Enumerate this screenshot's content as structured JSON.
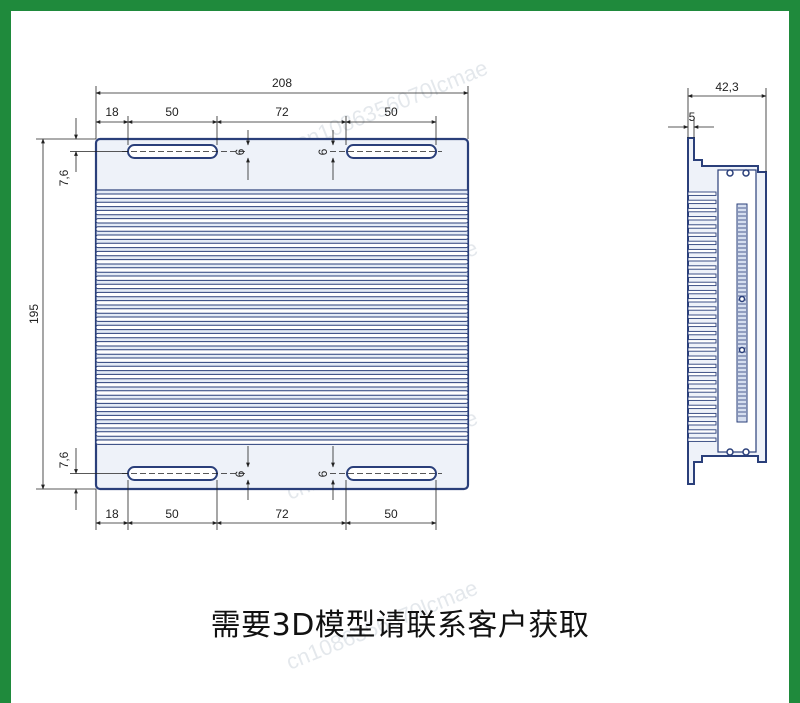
{
  "drawing": {
    "overall_width": "208",
    "overall_height": "195",
    "top_segments": [
      "18",
      "50",
      "72",
      "50"
    ],
    "bottom_segments": [
      "18",
      "50",
      "72",
      "50"
    ],
    "slot_offset_top": "7,6",
    "slot_offset_bottom": "7,6",
    "slot_width_label": "6",
    "side_depth": "42,3",
    "side_flange": "5"
  },
  "watermark": "cn1086356070lcmae",
  "caption": "需要3D模型请联系客户获取",
  "colors": {
    "frame": "#1f8a3c",
    "outline": "#2a3f7a",
    "fill": "#e9eef7"
  }
}
